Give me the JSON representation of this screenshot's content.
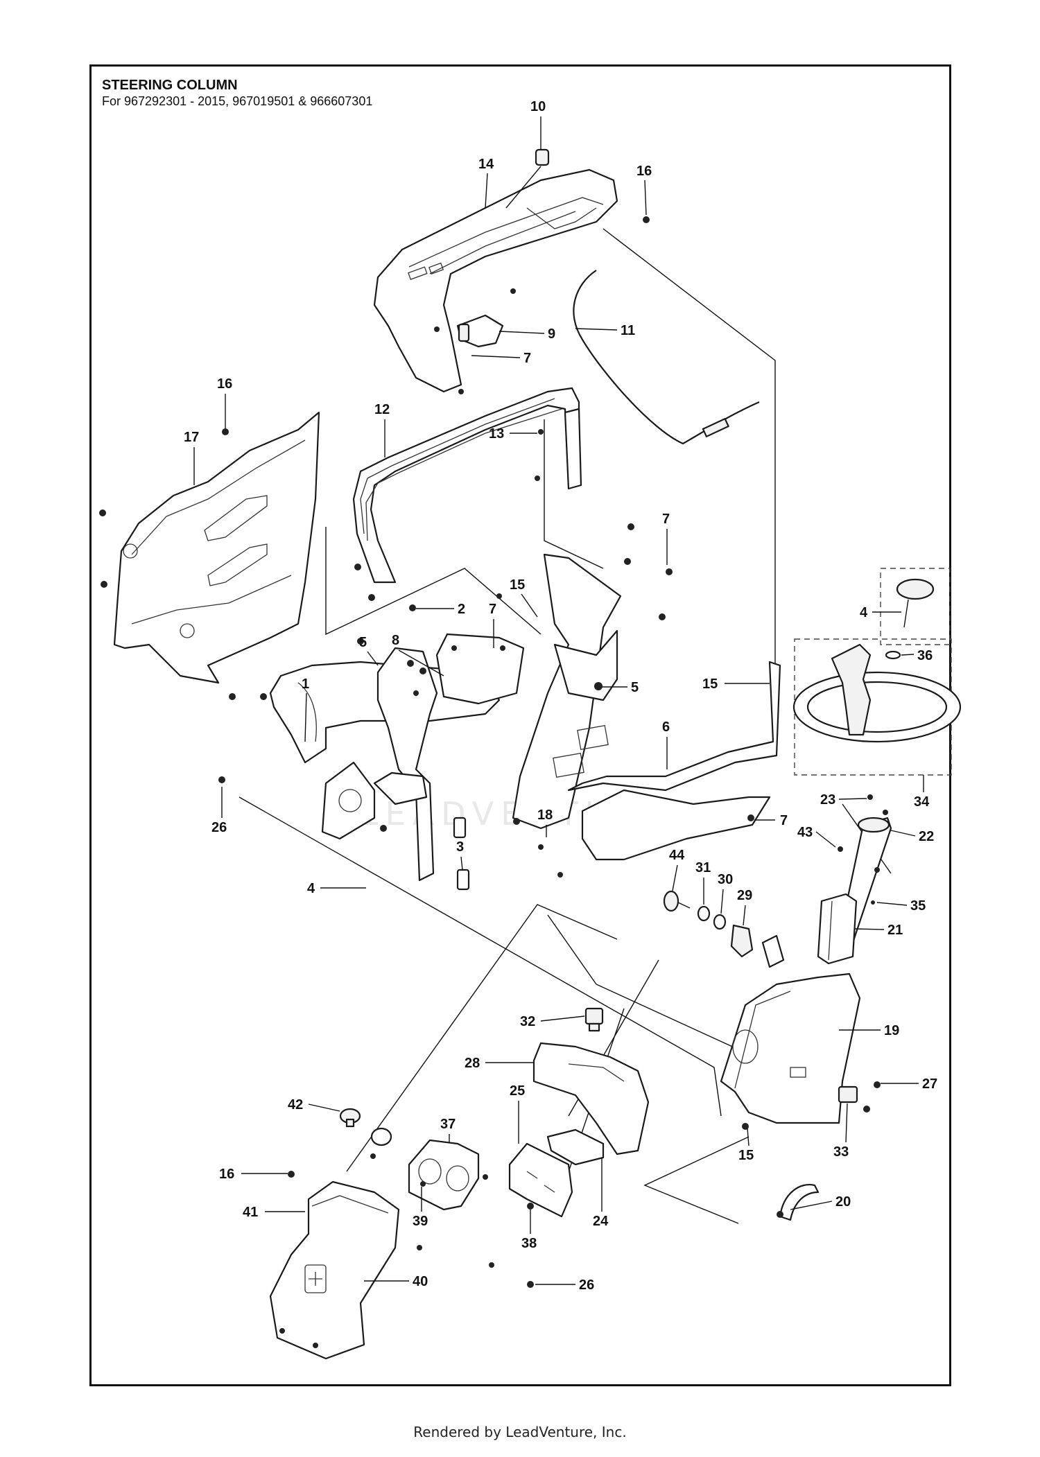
{
  "diagram": {
    "title": "STEERING COLUMN",
    "subtitle": "For 967292301 - 2015, 967019501 & 966607301",
    "watermark": "LEADVENTURE",
    "footer": "Rendered by LeadVenture, Inc."
  },
  "callouts": [
    {
      "id": "c1",
      "label": "1"
    },
    {
      "id": "c2",
      "label": "2"
    },
    {
      "id": "c3",
      "label": "3"
    },
    {
      "id": "c4a",
      "label": "4"
    },
    {
      "id": "c4b",
      "label": "4"
    },
    {
      "id": "c5a",
      "label": "5"
    },
    {
      "id": "c5b",
      "label": "5"
    },
    {
      "id": "c6",
      "label": "6"
    },
    {
      "id": "c7a",
      "label": "7"
    },
    {
      "id": "c7b",
      "label": "7"
    },
    {
      "id": "c7c",
      "label": "7"
    },
    {
      "id": "c7d",
      "label": "7"
    },
    {
      "id": "c8",
      "label": "8"
    },
    {
      "id": "c9",
      "label": "9"
    },
    {
      "id": "c10",
      "label": "10"
    },
    {
      "id": "c11",
      "label": "11"
    },
    {
      "id": "c12",
      "label": "12"
    },
    {
      "id": "c13",
      "label": "13"
    },
    {
      "id": "c14",
      "label": "14"
    },
    {
      "id": "c15a",
      "label": "15"
    },
    {
      "id": "c15b",
      "label": "15"
    },
    {
      "id": "c15c",
      "label": "15"
    },
    {
      "id": "c16a",
      "label": "16"
    },
    {
      "id": "c16b",
      "label": "16"
    },
    {
      "id": "c16c",
      "label": "16"
    },
    {
      "id": "c17",
      "label": "17"
    },
    {
      "id": "c18",
      "label": "18"
    },
    {
      "id": "c19",
      "label": "19"
    },
    {
      "id": "c20",
      "label": "20"
    },
    {
      "id": "c21",
      "label": "21"
    },
    {
      "id": "c22",
      "label": "22"
    },
    {
      "id": "c23",
      "label": "23"
    },
    {
      "id": "c24",
      "label": "24"
    },
    {
      "id": "c25",
      "label": "25"
    },
    {
      "id": "c26a",
      "label": "26"
    },
    {
      "id": "c26b",
      "label": "26"
    },
    {
      "id": "c27",
      "label": "27"
    },
    {
      "id": "c28",
      "label": "28"
    },
    {
      "id": "c29",
      "label": "29"
    },
    {
      "id": "c30",
      "label": "30"
    },
    {
      "id": "c31",
      "label": "31"
    },
    {
      "id": "c32",
      "label": "32"
    },
    {
      "id": "c33",
      "label": "33"
    },
    {
      "id": "c34",
      "label": "34"
    },
    {
      "id": "c35",
      "label": "35"
    },
    {
      "id": "c36",
      "label": "36"
    },
    {
      "id": "c37",
      "label": "37"
    },
    {
      "id": "c38",
      "label": "38"
    },
    {
      "id": "c39",
      "label": "39"
    },
    {
      "id": "c40",
      "label": "40"
    },
    {
      "id": "c41",
      "label": "41"
    },
    {
      "id": "c42",
      "label": "42"
    },
    {
      "id": "c43",
      "label": "43"
    },
    {
      "id": "c44",
      "label": "44"
    }
  ]
}
